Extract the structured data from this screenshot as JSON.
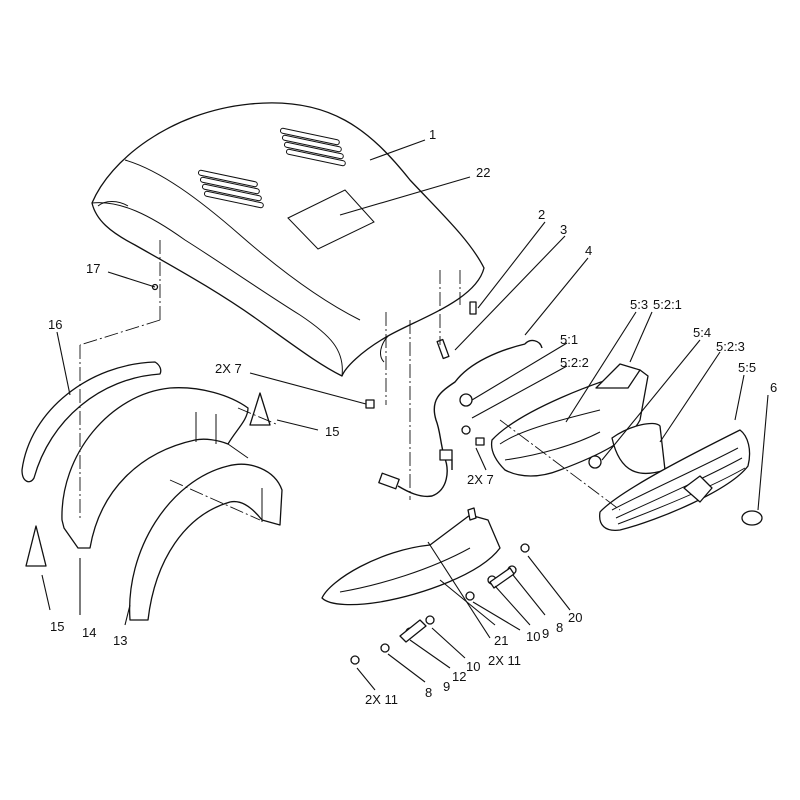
{
  "diagram": {
    "callouts": {
      "c1": "1",
      "c22": "22",
      "c2": "2",
      "c3": "3",
      "c4": "4",
      "c17": "17",
      "c16": "16",
      "c5_3": "5:3",
      "c5_2_1": "5:2:1",
      "c5_1": "5:1",
      "c5_2_2": "5:2:2",
      "c5_4": "5:4",
      "c5_2_3": "5:2:3",
      "c5_5": "5:5",
      "c6": "6",
      "c2x7_a": "2X 7",
      "c15_a": "15",
      "c2x7_b": "2X 7",
      "c15_b": "15",
      "c14": "14",
      "c13": "13",
      "c20": "20",
      "c8_a": "8",
      "c9_a": "9",
      "c10_a": "10",
      "c21": "21",
      "c2x11_a": "2X 11",
      "c10_b": "10",
      "c12": "12",
      "c9_b": "9",
      "c8_b": "8",
      "c2x11_b": "2X 11"
    }
  }
}
